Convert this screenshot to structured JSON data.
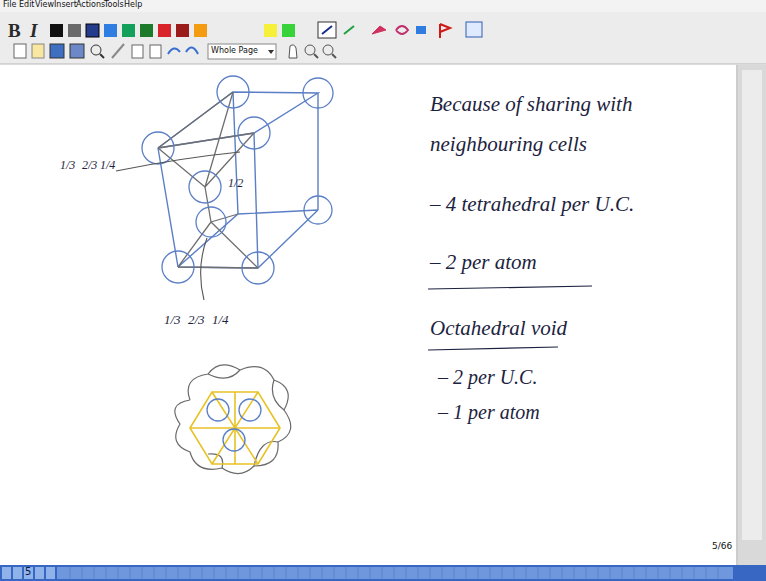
{
  "diagram": {
    "labels": [
      "File",
      "Edit",
      "View",
      "Insert",
      "Actions",
      "Tools",
      "Help",
      "B",
      "I",
      "Whole Page",
      "Because of sharing with neighbouring cells",
      "– 4 tetrahedral per U.C.",
      "– 2 per atom",
      "Octahedral void",
      "– 2 per U.C.",
      "– 1 per atom",
      "1/3",
      "2/3",
      "1/4",
      "1/2",
      "1/3",
      "2/3",
      "1/4",
      "5/66",
      "5"
    ]
  }
}
